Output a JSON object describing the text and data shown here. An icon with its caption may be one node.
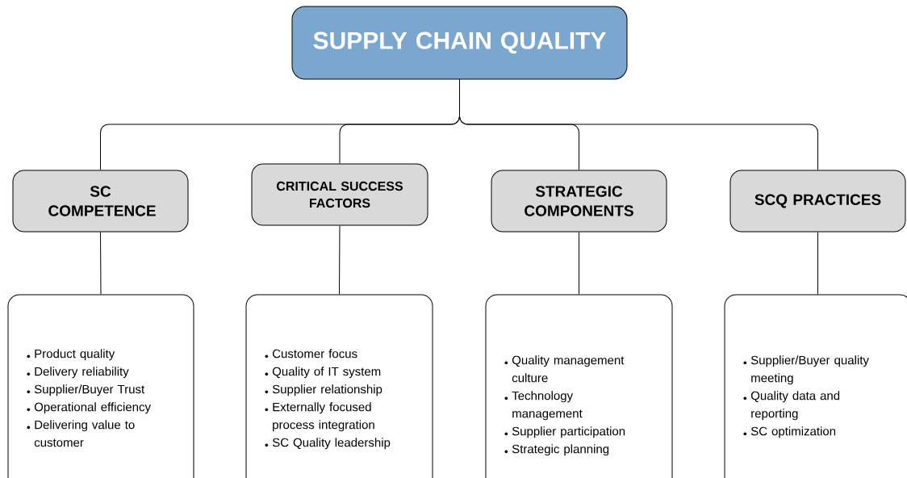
{
  "diagram": {
    "nodes": [
      {
        "text": [
          "SUPPLY CHAIN QUALITY"
        ]
      },
      {
        "text": [
          "SC COMPETENCE"
        ]
      },
      {
        "text": [
          "CRITICAL SUCCESS FACTORS"
        ]
      },
      {
        "text": [
          "STRATEGIC COMPONENTS"
        ]
      },
      {
        "text": [
          "SCQ PRACTICES"
        ]
      },
      {
        "text": [
          "Product quality",
          "Delivery reliability",
          "Supplier/Buyer Trust",
          "Operational efficiency",
          "Delivering value to customer"
        ]
      },
      {
        "text": [
          "Customer focus",
          "Quality of IT system",
          "Supplier relationship",
          "Externally focused process integration",
          "SC Quality leadership"
        ]
      },
      {
        "text": [
          "Quality management culture",
          "Technology management",
          "Supplier participation",
          "Strategic planning"
        ]
      },
      {
        "text": [
          "Supplier/Buyer quality meeting",
          "Quality data and reporting",
          "SC optimization"
        ]
      }
    ],
    "edges": [
      {
        "from": 0,
        "to": 1,
        "arrow": "none"
      },
      {
        "from": 0,
        "to": 2,
        "arrow": "none"
      },
      {
        "from": 0,
        "to": 3,
        "arrow": "none"
      },
      {
        "from": 0,
        "to": 4,
        "arrow": "none"
      },
      {
        "from": 1,
        "to": 5,
        "arrow": "none"
      },
      {
        "from": 2,
        "to": 6,
        "arrow": "none"
      },
      {
        "from": 3,
        "to": 7,
        "arrow": "none"
      },
      {
        "from": 4,
        "to": 8,
        "arrow": "none"
      }
    ]
  }
}
